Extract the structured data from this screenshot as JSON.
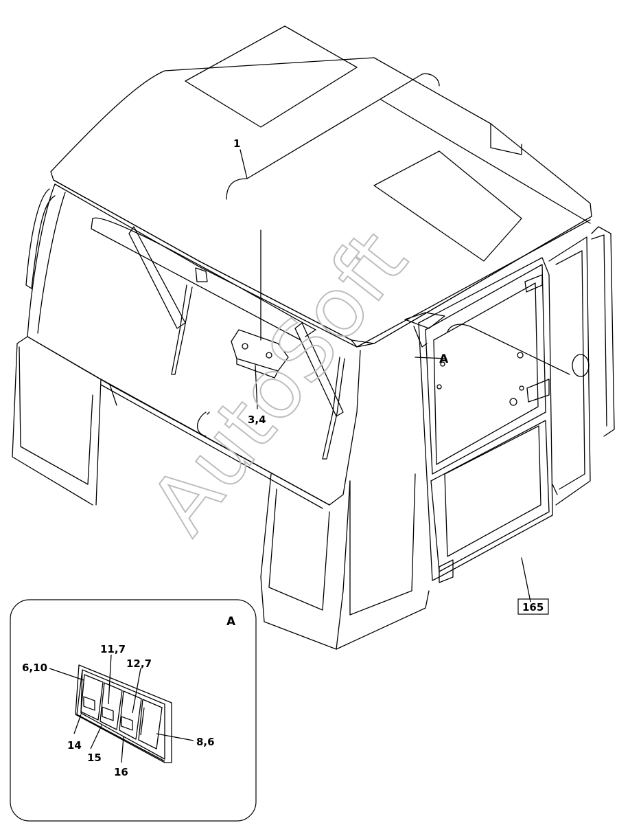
{
  "callouts": {
    "cab": "1",
    "lamp": "3,4",
    "detail_ref": "A",
    "door": "165"
  },
  "detail": {
    "title": "A",
    "labels": {
      "l_6_10": "6,10",
      "l_11_7": "11,7",
      "l_12_7": "12,7",
      "l_8_6": "8,6",
      "l_14": "14",
      "l_15": "15",
      "l_16": "16"
    }
  },
  "watermark": "AutoSoft",
  "colors": {
    "line": "#000000",
    "watermark": "#bdbdbd",
    "background": "#ffffff"
  }
}
